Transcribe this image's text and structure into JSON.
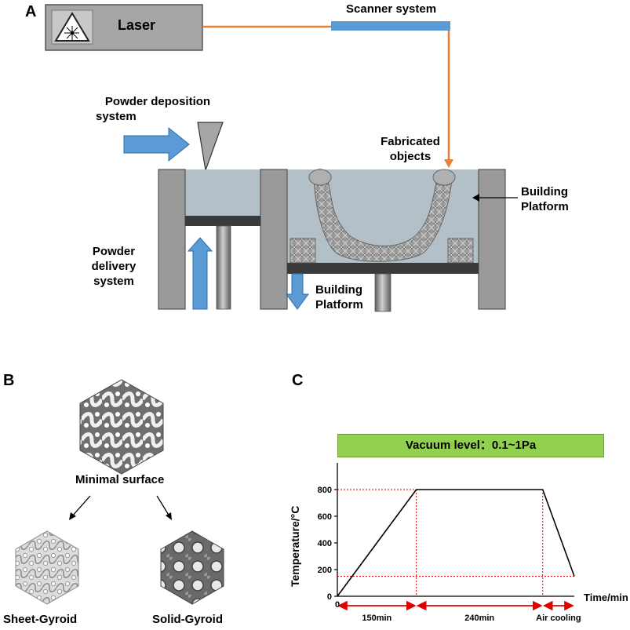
{
  "panelA": {
    "letter": "A",
    "laser_label": "Laser",
    "scanner_label": "Scanner system",
    "powder_deposition_line1": "Powder deposition",
    "powder_deposition_line2": "system",
    "fabricated_line1": "Fabricated",
    "fabricated_line2": "objects",
    "building_platform_right_line1": "Building",
    "building_platform_right_line2": "Platform",
    "powder_delivery_line1": "Powder",
    "powder_delivery_line2": "delivery",
    "powder_delivery_line3": "system",
    "building_platform_bottom_line1": "Building",
    "building_platform_bottom_line2": "Platform"
  },
  "panelB": {
    "letter": "B",
    "minimal_surface": "Minimal surface",
    "sheet_gyroid": "Sheet-Gyroid",
    "solid_gyroid": "Solid-Gyroid"
  },
  "panelC": {
    "letter": "C",
    "vacuum_label": "Vacuum level：0.1~1Pa",
    "ylabel": "Temperature/°C",
    "xlabel": "Time/min",
    "origin_label": "0",
    "segments": [
      "150min",
      "240min",
      "Air cooling"
    ]
  },
  "chart_data": {
    "type": "line",
    "title": "",
    "xlabel": "Time/min",
    "ylabel": "Temperature/°C",
    "yticks": [
      0,
      200,
      400,
      600,
      800
    ],
    "ylim": [
      0,
      1000
    ],
    "series": [
      {
        "points": [
          [
            0,
            0
          ],
          [
            150,
            800
          ],
          [
            390,
            800
          ],
          [
            450,
            150
          ]
        ]
      }
    ],
    "reference_lines": {
      "y": [
        800,
        150
      ],
      "x": [
        150,
        390
      ]
    },
    "segments": [
      {
        "label": "150min",
        "from": 0,
        "to": 150
      },
      {
        "label": "240min",
        "from": 150,
        "to": 390
      },
      {
        "label": "Air cooling",
        "from": 390,
        "to": 450
      }
    ]
  },
  "colors": {
    "laser_beam": "#ed7d31",
    "scanner_bar": "#5b9bd5",
    "arrow_blue": "#5b9bd5",
    "chamber_fill": "#b4c0c8",
    "wall_gray": "#9a9a9a",
    "plate_dark": "#3a3a3a",
    "vacuum_green": "#92d050",
    "guide_red": "#e00000",
    "segment_arrow_red": "#e00000"
  }
}
